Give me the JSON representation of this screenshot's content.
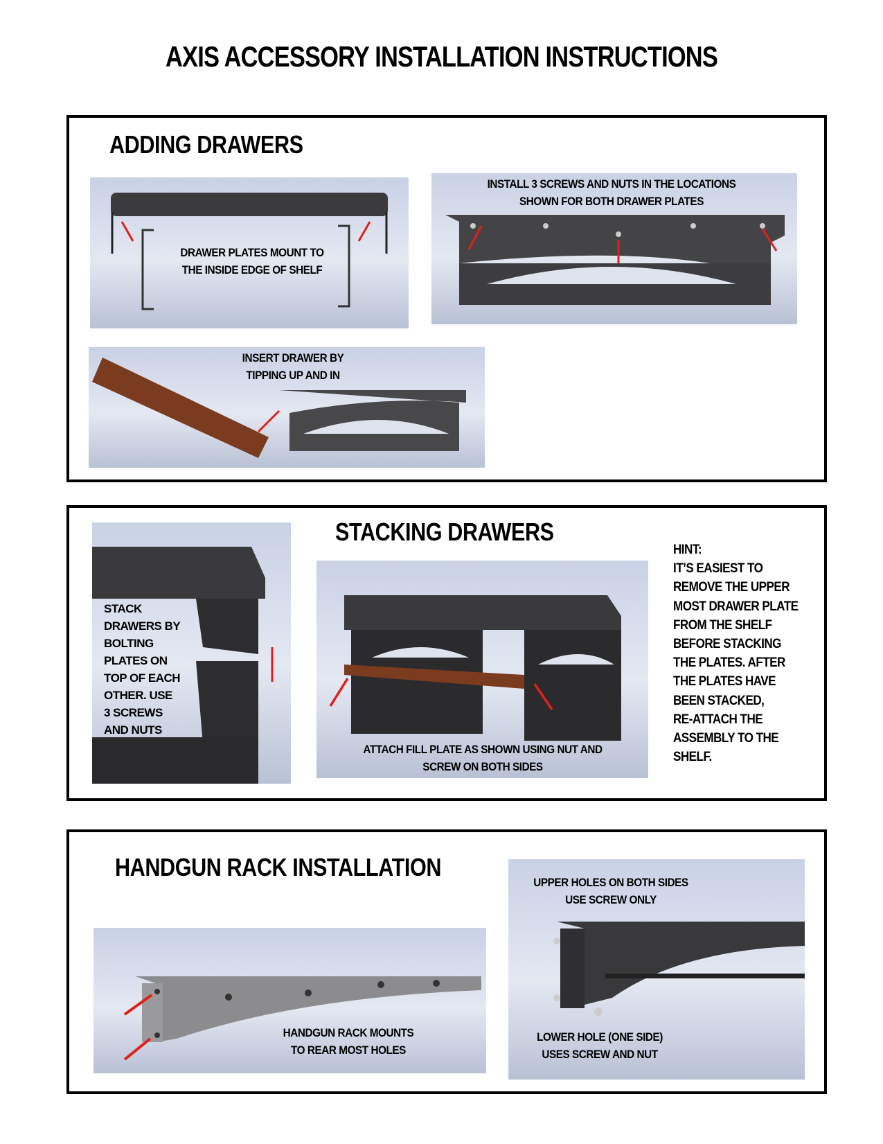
{
  "title": "AXIS ACCESSORY INSTALLATION INSTRUCTIONS",
  "sections": {
    "adding": {
      "heading": "ADDING DRAWERS",
      "captions": {
        "mount": [
          "DRAWER PLATES MOUNT TO",
          "THE INSIDE EDGE OF SHELF"
        ],
        "screws": [
          "INSTALL 3 SCREWS AND NUTS IN THE LOCATIONS",
          "SHOWN FOR BOTH DRAWER PLATES"
        ],
        "insert": [
          "INSERT DRAWER BY",
          "TIPPING UP AND IN"
        ]
      }
    },
    "stacking": {
      "heading": "STACKING DRAWERS",
      "captions": {
        "stack": [
          "STACK",
          "DRAWERS BY",
          "BOLTING",
          "PLATES ON",
          "TOP OF EACH",
          "OTHER.  USE",
          "3 SCREWS",
          "AND NUTS"
        ],
        "fill": [
          "ATTACH FILL PLATE AS SHOWN USING NUT AND",
          "SCREW ON BOTH SIDES"
        ]
      },
      "hint": [
        "HINT:",
        "IT’S EASIEST TO",
        "REMOVE THE UPPER",
        "MOST DRAWER PLATE",
        "FROM THE SHELF",
        "BEFORE STACKING",
        "THE PLATES.  AFTER",
        "THE PLATES HAVE",
        "BEEN STACKED,",
        "RE-ATTACH THE",
        "ASSEMBLY TO THE",
        "SHELF."
      ]
    },
    "handgun": {
      "heading": "HANDGUN RACK INSTALLATION",
      "captions": {
        "rear": [
          "HANDGUN RACK MOUNTS",
          "TO REAR MOST HOLES"
        ],
        "upper": [
          "UPPER HOLES ON BOTH SIDES",
          "USE SCREW ONLY"
        ],
        "lower": [
          "LOWER HOLE (ONE SIDE)",
          "USES SCREW AND NUT"
        ]
      }
    }
  },
  "colors": {
    "arrow": "#e0201b",
    "metal": "#3a3a3c",
    "wood": "#7a3b1e"
  }
}
